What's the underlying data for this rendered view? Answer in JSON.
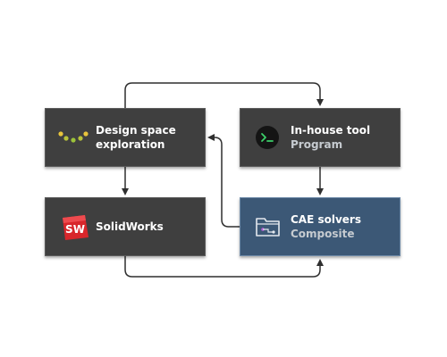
{
  "diagram": {
    "nodes": {
      "dse": {
        "title_line1": "Design space",
        "title_line2": "exploration",
        "icon": "dots-arc-icon"
      },
      "inhouse": {
        "title": "In-house tool",
        "subtitle": "Program",
        "icon": "terminal-icon"
      },
      "solidworks": {
        "title": "SolidWorks",
        "icon": "solidworks-logo",
        "logo_text": "SW"
      },
      "cae": {
        "title": "CAE solvers",
        "subtitle": "Composite",
        "icon": "folder-icon",
        "state": "selected"
      }
    },
    "colors": {
      "node_bg": "#3f3f3f",
      "selected_bg": "#3c5876",
      "wire": "#2f2f2f",
      "dot_green": "#9cc23a",
      "dot_yellow": "#e8c43c",
      "solidworks_red": "#d8262b"
    }
  }
}
